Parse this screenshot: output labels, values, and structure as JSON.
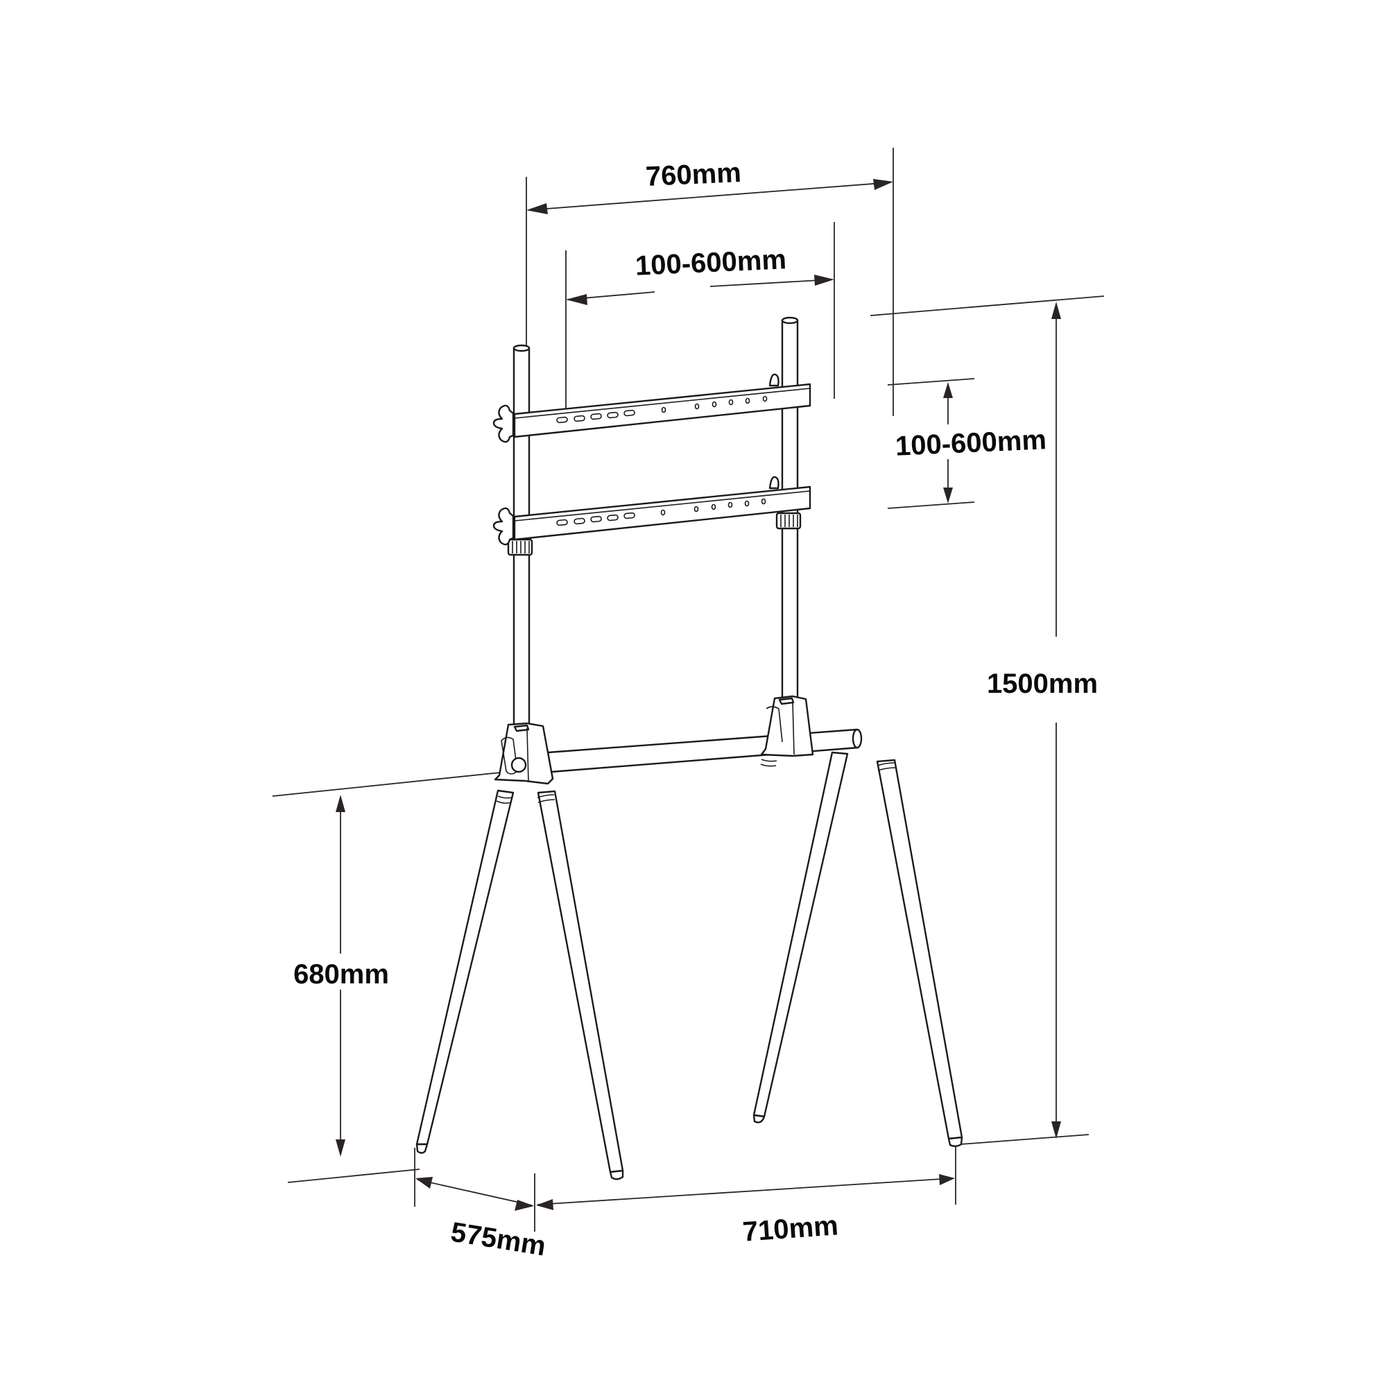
{
  "diagram": {
    "subject": "Easel-style TV floor stand with adjustable VESA mounting bars",
    "line_color": "#1a1a1a",
    "background": "#ffffff",
    "dimensions": {
      "overall_width": {
        "label": "760mm",
        "orientation": "horizontal",
        "measures": "outer width between upright posts"
      },
      "vesa_horizontal": {
        "label": "100-600mm",
        "orientation": "horizontal",
        "measures": "horizontal mounting-hole range"
      },
      "vesa_vertical": {
        "label": "100-600mm",
        "orientation": "vertical",
        "measures": "distance between mounting bars"
      },
      "overall_height": {
        "label": "1500mm",
        "orientation": "vertical",
        "measures": "total stand height"
      },
      "crossbar_height": {
        "label": "680mm",
        "orientation": "vertical",
        "measures": "floor to crossbar / hinge height"
      },
      "leg_spread_depth": {
        "label": "575mm",
        "orientation": "diagonal",
        "measures": "front-to-back leg spread"
      },
      "leg_spread_width": {
        "label": "710mm",
        "orientation": "diagonal",
        "measures": "left-to-right foot spacing"
      }
    },
    "components": [
      "upright-post-left",
      "upright-post-right",
      "mounting-bar-upper",
      "mounting-bar-lower",
      "tightening-knob-upper",
      "tightening-knob-lower",
      "hinge-bracket-left",
      "hinge-bracket-right",
      "crossbar",
      "front-leg-left",
      "rear-leg-left",
      "front-leg-right",
      "rear-leg-right"
    ]
  }
}
